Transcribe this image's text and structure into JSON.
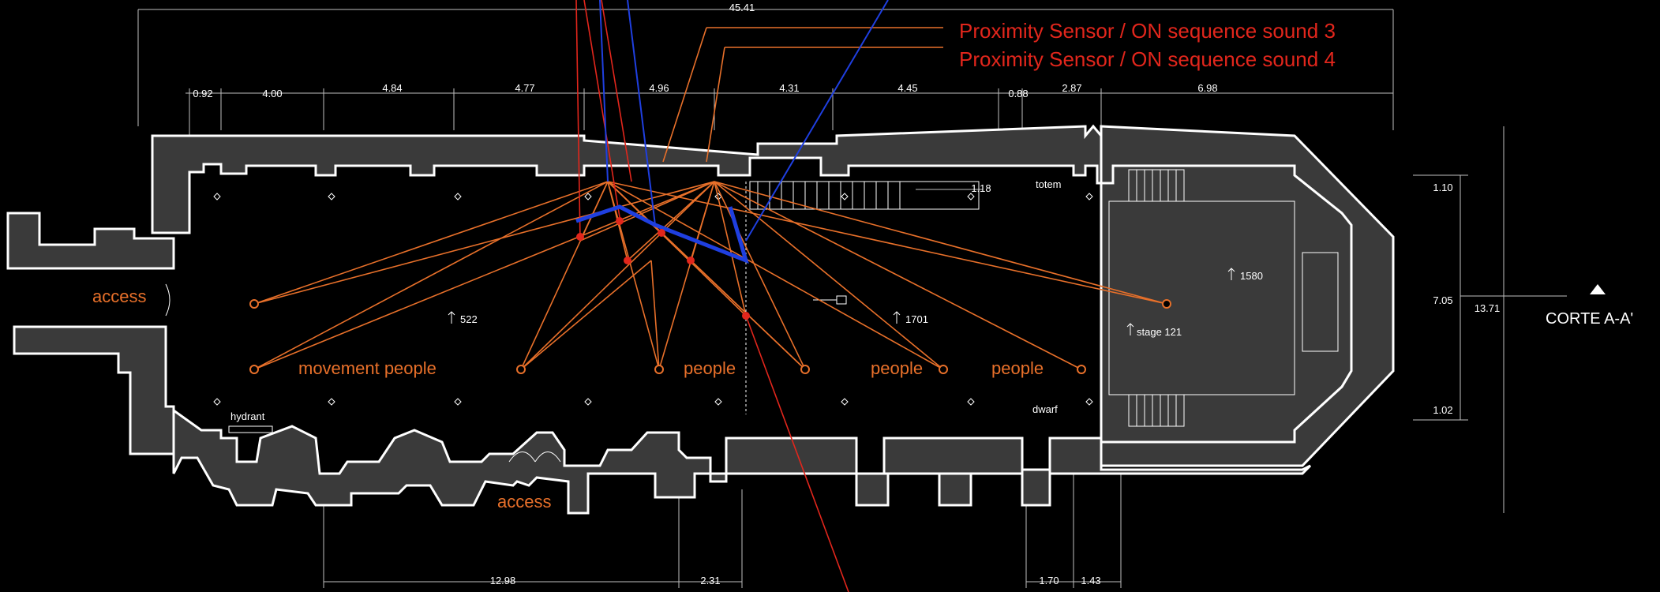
{
  "colors": {
    "background": "#000000",
    "walls": "#3a3a3a",
    "wall_outline": "#ffffff",
    "orange": "#e8702a",
    "red": "#e2261c",
    "blue": "#1f3fe0",
    "dimension": "#bfbfbf"
  },
  "labels": {
    "sensor_3": "Proximity Sensor / ON sequence sound 3",
    "sensor_4": "Proximity Sensor / ON sequence sound 4",
    "access_left": "access",
    "access_bottom": "access",
    "movement_people": "movement people",
    "people_1": "people",
    "people_2": "people",
    "people_3": "people",
    "hydrant": "hydrant",
    "totem": "totem",
    "dwarf": "dwarf",
    "stage": "stage 121",
    "level_522": "522",
    "level_1701": "1701",
    "level_1580": "1580",
    "section": "CORTE A-A'"
  },
  "dimensions": {
    "overall": "45.41",
    "top": [
      "0.92",
      "4.00",
      "4.84",
      "4.77",
      "4.96",
      "4.31",
      "4.45",
      "0.88",
      "2.87",
      "6.98"
    ],
    "side_top": "1.10",
    "side_mid": "7.05",
    "side_total": "13.71",
    "side_bottom": "1.02",
    "inner": "1.18",
    "bottom": [
      "12.98",
      "2.31",
      "1.70",
      "1.43"
    ]
  }
}
